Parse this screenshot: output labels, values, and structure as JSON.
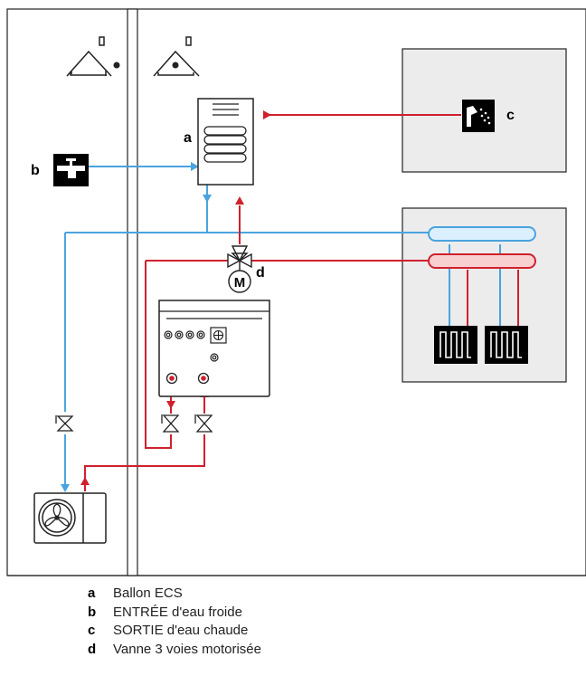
{
  "diagram": {
    "labels": {
      "a": "a",
      "b": "b",
      "c": "c",
      "d": "d",
      "motor": "M"
    },
    "colors": {
      "cold": "#4aa3df",
      "hot": "#d0202e",
      "panel": "#ececec",
      "line": "#222222"
    }
  },
  "legend": [
    {
      "key": "a",
      "text": "Ballon ECS"
    },
    {
      "key": "b",
      "text": "ENTRÉE d'eau froide"
    },
    {
      "key": "c",
      "text": "SORTIE d'eau chaude"
    },
    {
      "key": "d",
      "text": "Vanne 3 voies motorisée"
    }
  ]
}
